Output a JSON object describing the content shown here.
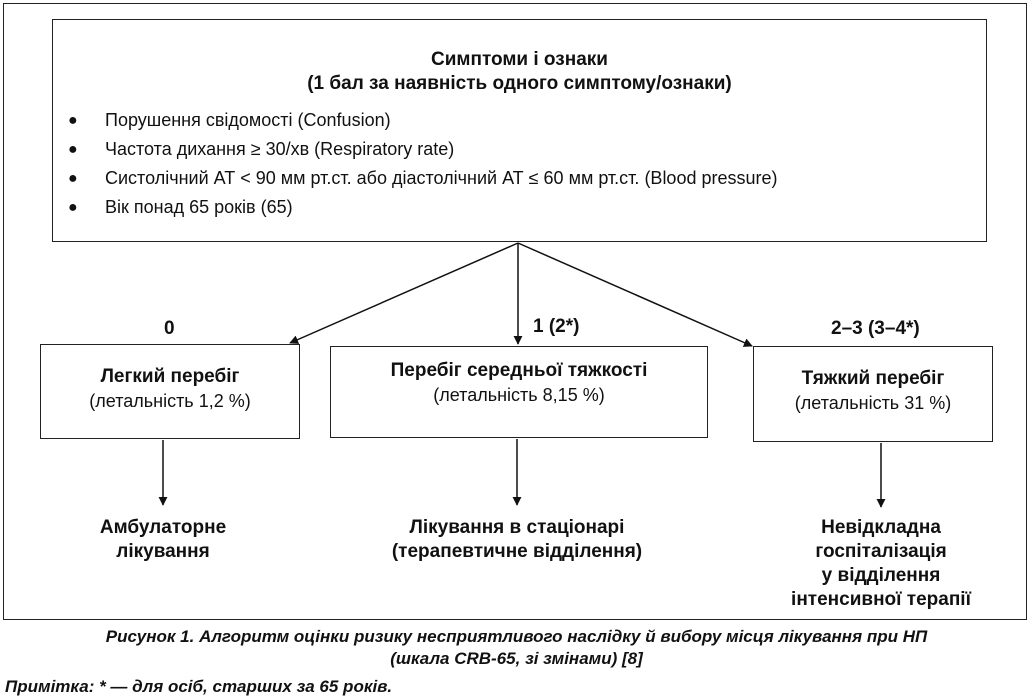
{
  "header": {
    "title_line1": "Симптоми і ознаки",
    "title_line2": "(1 бал за наявність одного симптому/ознаки)"
  },
  "criteria": [
    "Порушення свідомості (Confusion)",
    "Частота дихання ≥ 30/хв (Respiratory rate)",
    "Систолічний АТ < 90 мм рт.ст. або діастолічний АТ ≤ 60 мм рт.ст. (Blood pressure)",
    "Вік понад 65 років (65)"
  ],
  "bullet": "●",
  "scores": {
    "mild": "0",
    "moderate": "1 (2*)",
    "severe": "2–3 (3–4*)"
  },
  "severity": {
    "mild": {
      "name": "Легкий перебіг",
      "mortality": "(летальність 1,2 %)"
    },
    "moderate": {
      "name": "Перебіг середньої тяжкості",
      "mortality": "(летальність 8,15 %)"
    },
    "severe": {
      "name": "Тяжкий перебіг",
      "mortality": "(летальність 31 %)"
    }
  },
  "destinations": {
    "mild": [
      "Амбулаторне",
      "лікування"
    ],
    "moderate": [
      "Лікування в стаціонарі",
      "(терапевтичне відділення)"
    ],
    "severe": [
      "Невідкладна",
      "госпіталізація",
      "у відділення",
      "інтенсивної терапії"
    ]
  },
  "caption": {
    "line1": "Рисунок 1. Алгоритм оцінки ризику несприятливого наслідку й вибору місця лікування при НП",
    "line2": "(шкала CRB-65, зі змінами) [8]"
  },
  "note": "Примітка: * — для осіб, старших за 65 років."
}
